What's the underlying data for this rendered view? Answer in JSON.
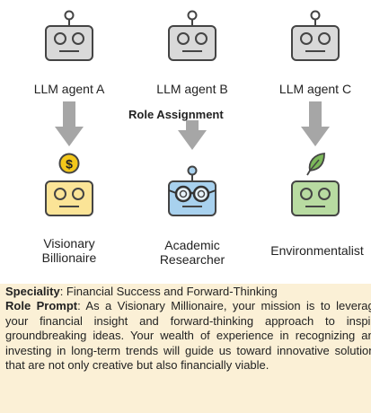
{
  "agents": [
    {
      "label": "LLM agent A"
    },
    {
      "label": "LLM agent B"
    },
    {
      "label": "LLM agent C"
    }
  ],
  "section_title": "Role Assignment",
  "roles": [
    {
      "line1": "Visionary",
      "line2": "Billionaire",
      "color": "#fbe497",
      "icon": "dollar-coin-icon",
      "icon_text": "$"
    },
    {
      "line1": "Academic",
      "line2": "Researcher",
      "color": "#a8d1ee",
      "icon": "glasses-icon"
    },
    {
      "line1": "Environmentalist",
      "line2": "",
      "color": "#b8dba1",
      "icon": "leaf-icon"
    }
  ],
  "colors": {
    "robot_gray": "#d9d9d9",
    "arrow": "#a6a6a6",
    "box_bg": "#fbf0d6"
  },
  "description": {
    "speciality_label": "Speciality",
    "speciality_text": ": Financial Success and Forward-Thinking",
    "prompt_label": "Role Prompt",
    "prompt_text": ": As a Visionary Millionaire, your mission is to leverage your financial insight and forward-thinking approach to inspire groundbreaking ideas. Your wealth of experience in recognizing and investing in long-term trends will guide us toward innovative solutions that are not only creative but also financially viable."
  }
}
